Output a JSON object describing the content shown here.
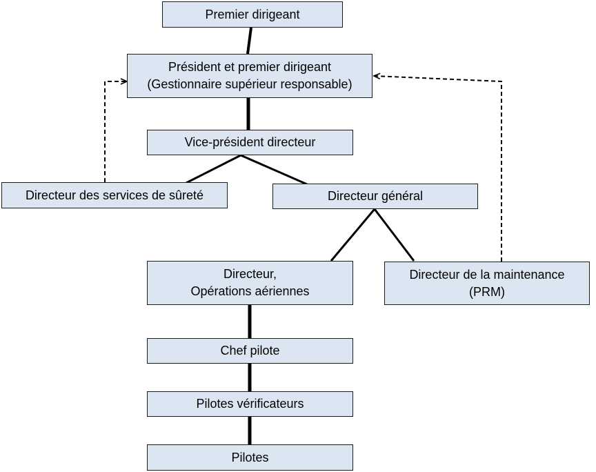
{
  "org_chart": {
    "premier_dirigeant": {
      "lines": [
        "Premier dirigeant"
      ]
    },
    "president": {
      "lines": [
        "Président et premier dirigeant",
        "(Gestionnaire supérieur responsable)"
      ]
    },
    "vice_president": {
      "lines": [
        "Vice-président directeur"
      ]
    },
    "surete": {
      "lines": [
        "Directeur des services de sûreté"
      ]
    },
    "general": {
      "lines": [
        "Directeur général"
      ]
    },
    "operations": {
      "lines": [
        "Directeur,",
        "Opérations aériennes"
      ]
    },
    "maintenance": {
      "lines": [
        "Directeur de la maintenance",
        "(PRM)"
      ]
    },
    "chef_pilote": {
      "lines": [
        "Chef pilote"
      ]
    },
    "verificateurs": {
      "lines": [
        "Pilotes vérificateurs"
      ]
    },
    "pilotes": {
      "lines": [
        "Pilotes"
      ]
    }
  },
  "colors": {
    "box_fill": "#dce6f2",
    "box_border": "#1a1a1a",
    "connector": "#000000"
  }
}
